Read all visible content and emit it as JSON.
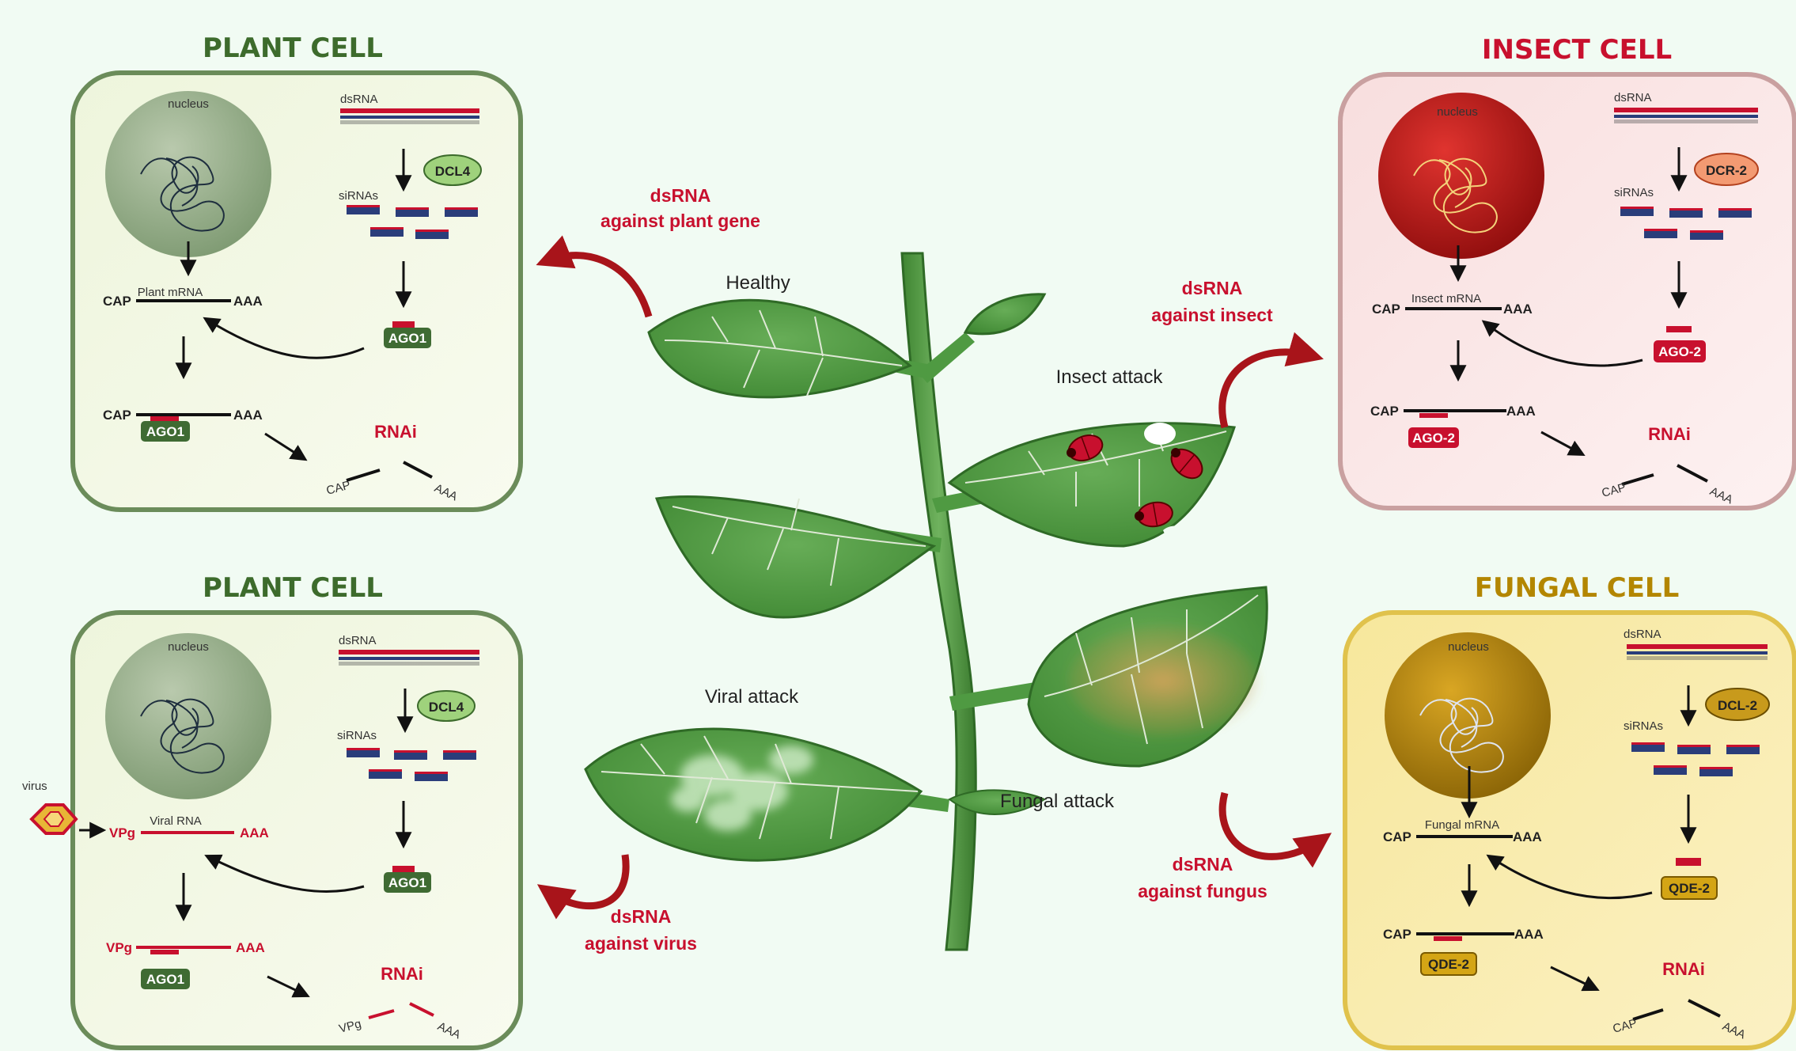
{
  "panels": {
    "plant_top": {
      "title": "PLANT CELL",
      "nucleus": "nucleus",
      "dsrna": "dsRNA",
      "dicer": "DCL4",
      "sirnas": "siRNAs",
      "mrna": "Plant mRNA",
      "cap": "CAP",
      "aaa": "AAA",
      "ago": "AGO1",
      "rnai": "RNAi"
    },
    "plant_bottom": {
      "title": "PLANT CELL",
      "nucleus": "nucleus",
      "dsrna": "dsRNA",
      "dicer": "DCL4",
      "sirnas": "siRNAs",
      "mrna": "Viral RNA",
      "vpg": "VPg",
      "aaa": "AAA",
      "ago": "AGO1",
      "rnai": "RNAi",
      "virus": "virus"
    },
    "insect": {
      "title": "INSECT CELL",
      "nucleus": "nucleus",
      "dsrna": "dsRNA",
      "dicer": "DCR-2",
      "sirnas": "siRNAs",
      "mrna": "Insect mRNA",
      "cap": "CAP",
      "aaa": "AAA",
      "ago": "AGO-2",
      "rnai": "RNAi"
    },
    "fungal": {
      "title": "FUNGAL CELL",
      "nucleus": "nucleus",
      "dsrna": "dsRNA",
      "dicer": "DCL-2",
      "sirnas": "siRNAs",
      "mrna": "Fungal mRNA",
      "cap": "CAP",
      "aaa": "AAA",
      "ago": "QDE-2",
      "rnai": "RNAi"
    }
  },
  "plant": {
    "healthy": "Healthy",
    "insect_attack": "Insect attack",
    "viral_attack": "Viral attack",
    "fungal_attack": "Fungal attack"
  },
  "arrows": {
    "plant_gene": [
      "dsRNA",
      "against plant gene"
    ],
    "insect": [
      "dsRNA",
      "against insect"
    ],
    "virus": [
      "dsRNA",
      "against virus"
    ],
    "fungus": [
      "dsRNA",
      "against fungus"
    ]
  },
  "colors": {
    "plant_title": "#3d6b2c",
    "insect_title": "#c8102e",
    "fungal_title": "#b38600",
    "label_red": "#c8102e",
    "leaf_green": "#4f9a42",
    "background": "#f1fbf3"
  }
}
